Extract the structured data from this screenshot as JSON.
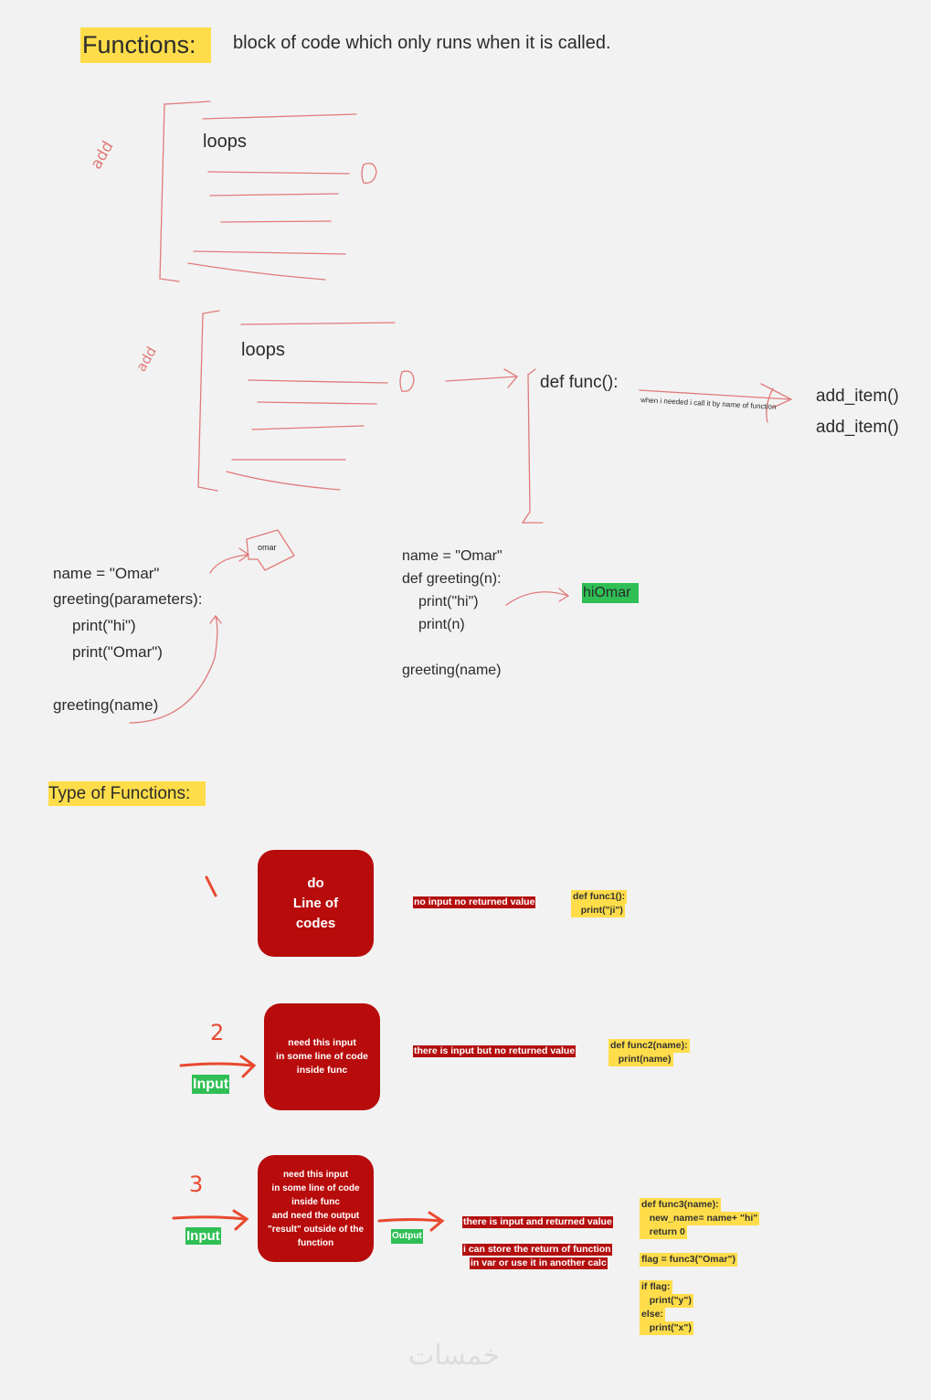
{
  "header": {
    "title": "Functions:",
    "definition": "block of code which only runs when it is called."
  },
  "sketch": {
    "add_note_1": "add",
    "add_note_2": "add",
    "loops_1": "loops",
    "loops_2": "loops",
    "def_func": "def func():",
    "call_note": "when i needed i call it by name of function",
    "calls": [
      "add_item()",
      "add_item()"
    ]
  },
  "example_left": {
    "lines": [
      "name = \"Omar\"",
      "greeting(parameters):",
      "print(\"hi\")",
      "print(\"Omar\")",
      "greeting(name)"
    ],
    "bubble": "omar"
  },
  "example_mid": {
    "lines": [
      "name = \"Omar\"",
      "def greeting(n):",
      "print(\"hi\")",
      "print(n)",
      "greeting(name)"
    ],
    "output": "hiOmar"
  },
  "types": {
    "title": "Type of Functions:",
    "items": [
      {
        "number": "1",
        "box_lines": [
          "do",
          "Line of",
          "codes"
        ],
        "labels": [
          "no input no returned value"
        ],
        "code": [
          "def func1():",
          "   print(\"ji\")"
        ]
      },
      {
        "number": "2",
        "input": "Input",
        "box_lines": [
          "need this input",
          "in some line of code",
          "inside func"
        ],
        "labels": [
          "there is input but no returned value"
        ],
        "code": [
          "def func2(name):",
          "   print(name)"
        ]
      },
      {
        "number": "3",
        "input": "Input",
        "output": "Output",
        "box_lines": [
          "need this input",
          "in some line of code",
          "inside func",
          "and need the output",
          "\"result\" outside of the",
          "function"
        ],
        "labels": [
          "there is input and returned value",
          "i can store the return of function",
          "in var or use it in another calc"
        ],
        "code": [
          "def func3(name):",
          "   new_name= name+ \"hi\"",
          "   return 0",
          "",
          "flag = func3(\"Omar\")",
          "",
          "if flag:",
          "   print(\"y\")",
          "else:",
          "   print(\"x\")"
        ]
      }
    ]
  },
  "watermark": "خمسات",
  "colors": {
    "highlight_yellow": "#ffdd4a",
    "box_red": "#b80b0b",
    "green": "#2fbf55",
    "ink_red": "#e8492f",
    "sketch_red": "#e07070"
  }
}
